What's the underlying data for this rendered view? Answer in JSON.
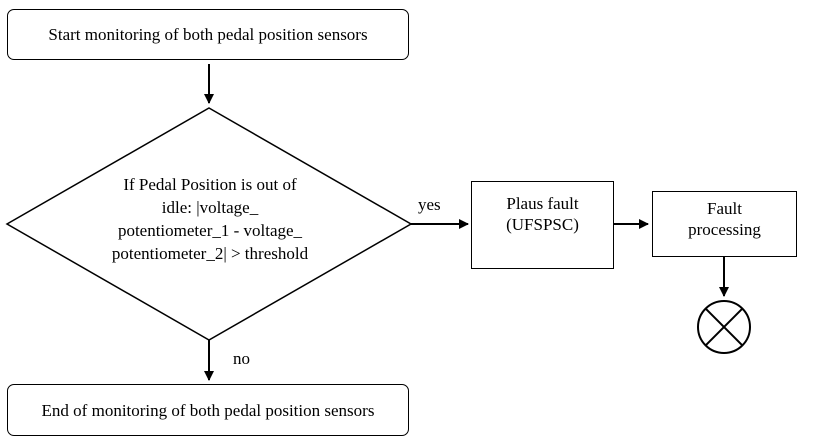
{
  "flowchart": {
    "start": "Start monitoring of both pedal position sensors",
    "decision_lines": [
      "If Pedal Position is out of",
      "idle: |voltage_",
      "potentiometer_1 - voltage_",
      "potentiometer_2| > threshold"
    ],
    "yes_label": "yes",
    "no_label": "no",
    "plaus_fault_lines": [
      "Plaus fault",
      "(UFSPSC)"
    ],
    "fault_processing_lines": [
      "Fault",
      "processing"
    ],
    "end": "End of monitoring of both pedal position sensors",
    "terminator_symbol": "crossed-circle-icon"
  }
}
